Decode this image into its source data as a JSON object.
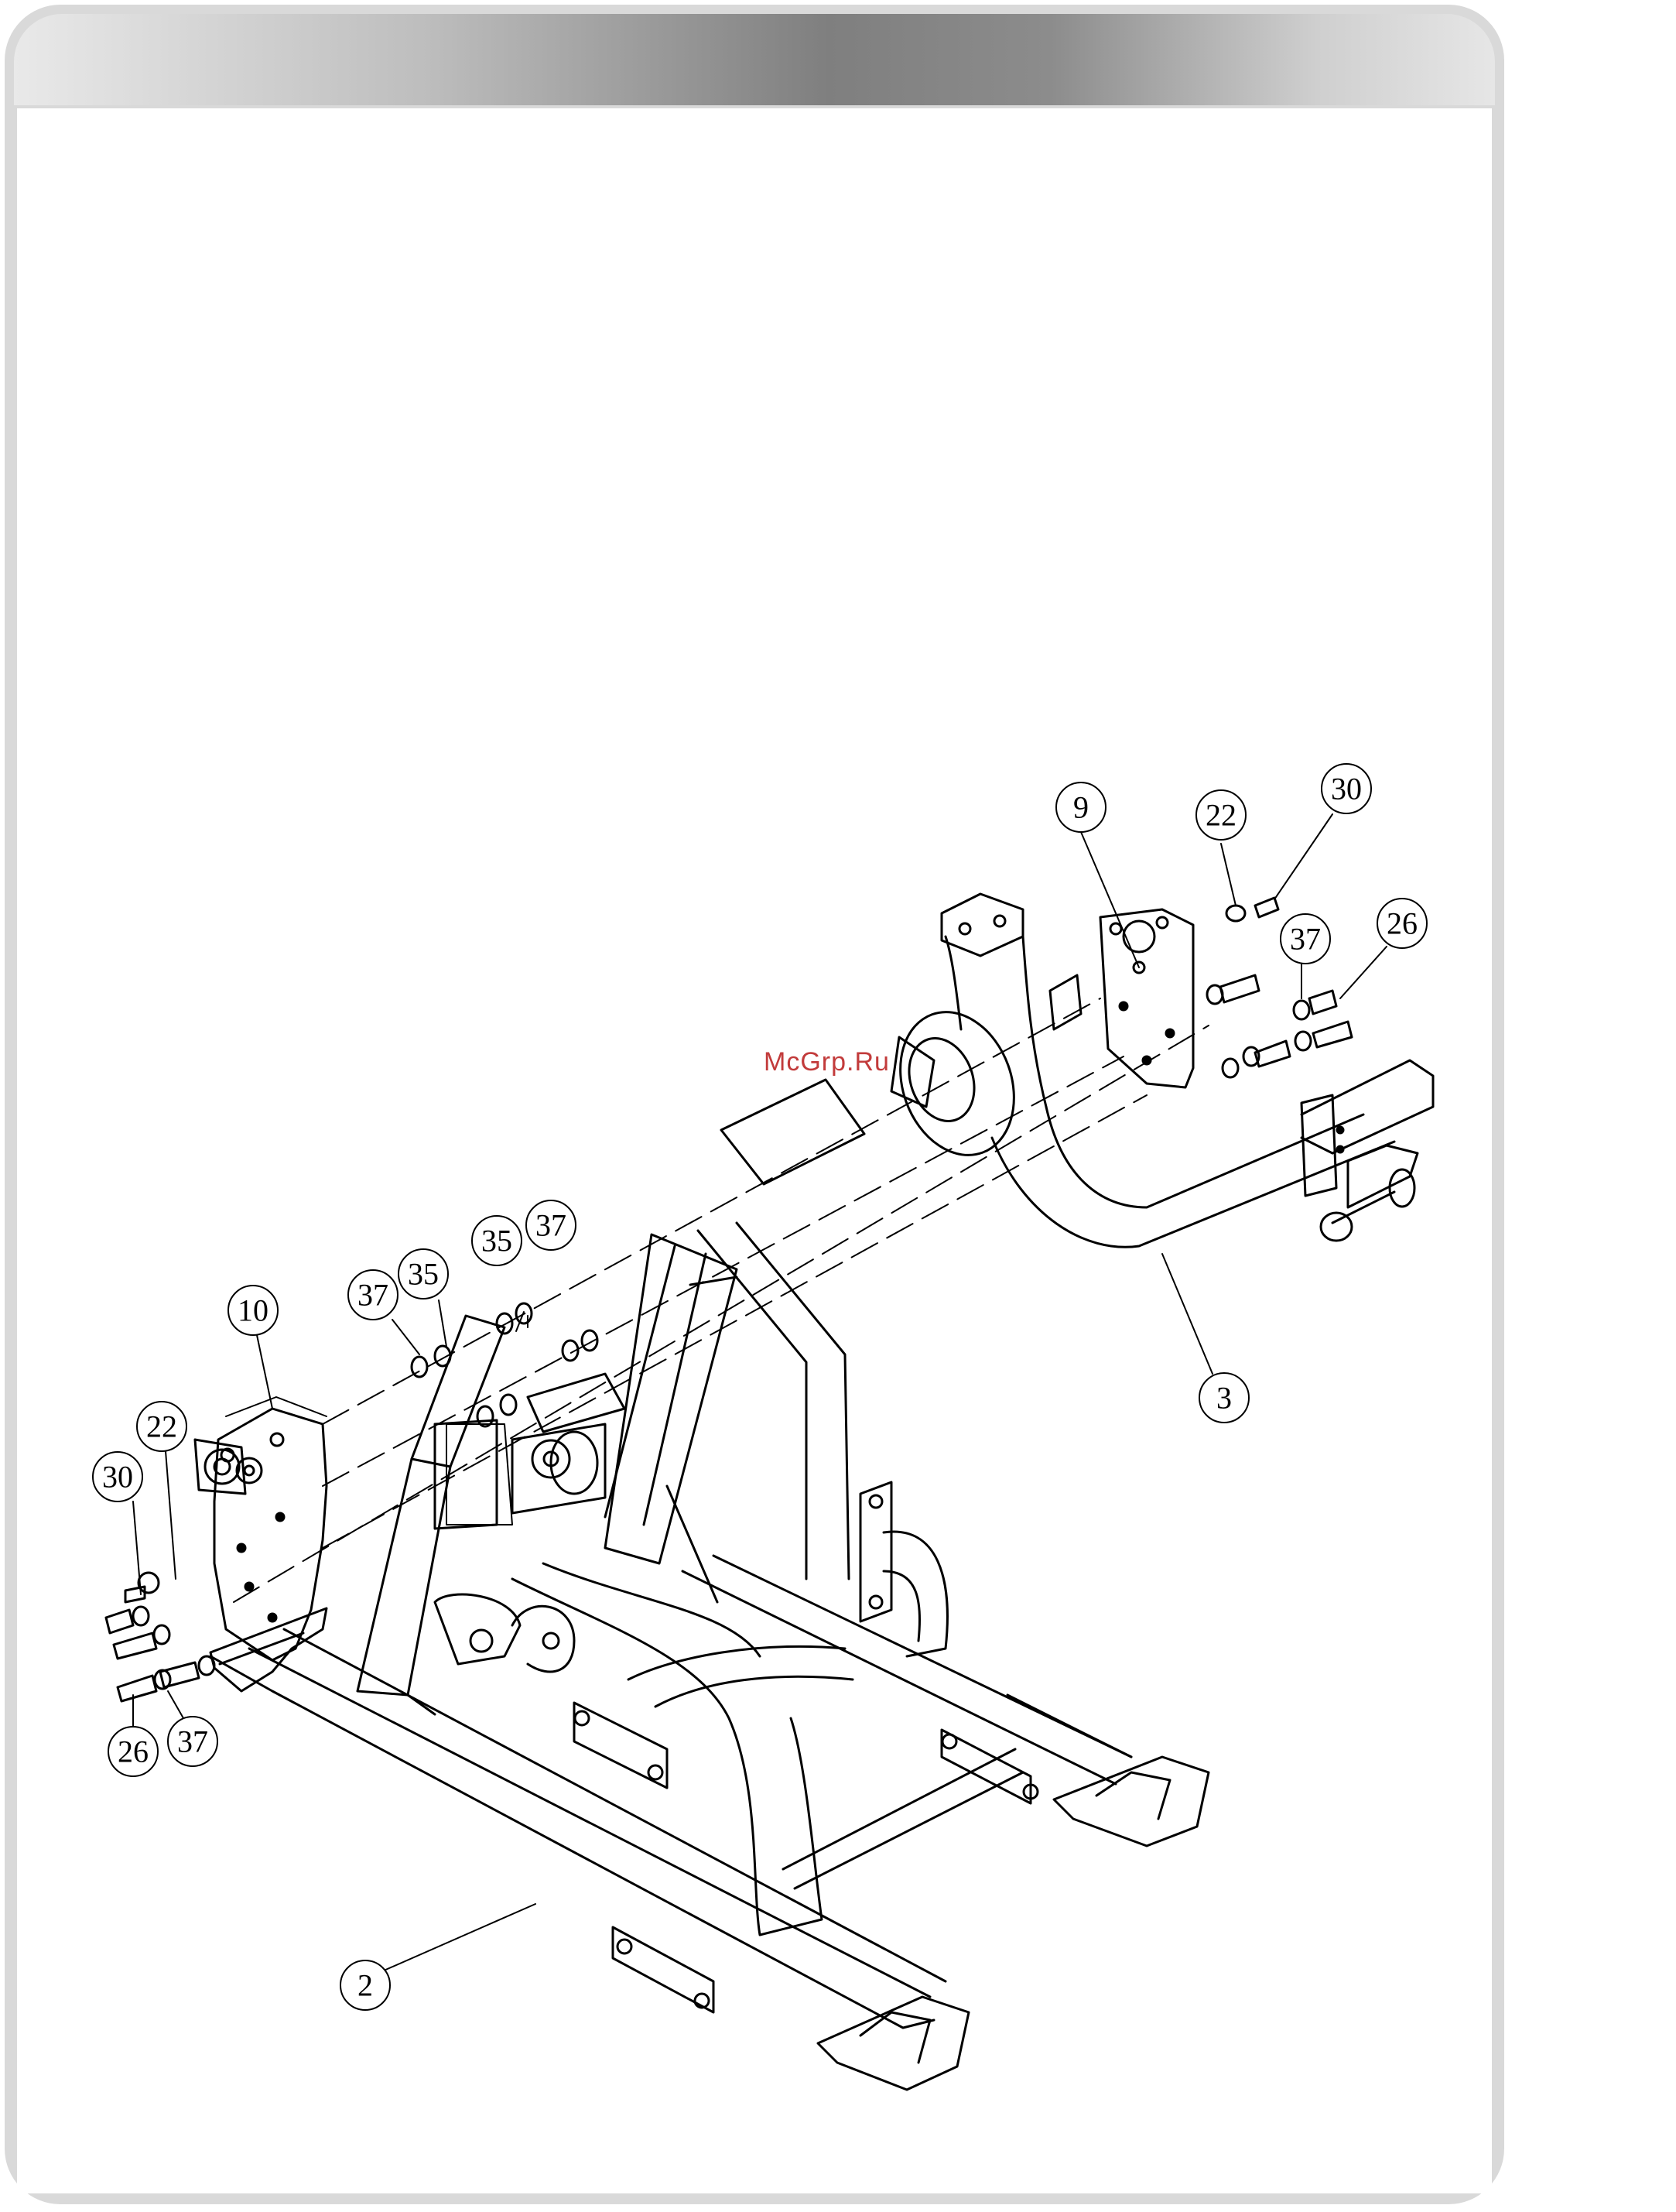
{
  "watermark": "McGrp.Ru",
  "callouts": [
    {
      "id": "c9",
      "label": "9"
    },
    {
      "id": "c22a",
      "label": "22"
    },
    {
      "id": "c30a",
      "label": "30"
    },
    {
      "id": "c37a",
      "label": "37"
    },
    {
      "id": "c26a",
      "label": "26"
    },
    {
      "id": "c35a",
      "label": "35"
    },
    {
      "id": "c37b",
      "label": "37"
    },
    {
      "id": "c37c",
      "label": "37"
    },
    {
      "id": "c35b",
      "label": "35"
    },
    {
      "id": "c10",
      "label": "10"
    },
    {
      "id": "c22b",
      "label": "22"
    },
    {
      "id": "c30b",
      "label": "30"
    },
    {
      "id": "c3",
      "label": "3"
    },
    {
      "id": "c26b",
      "label": "26"
    },
    {
      "id": "c37d",
      "label": "37"
    },
    {
      "id": "c2",
      "label": "2"
    }
  ]
}
